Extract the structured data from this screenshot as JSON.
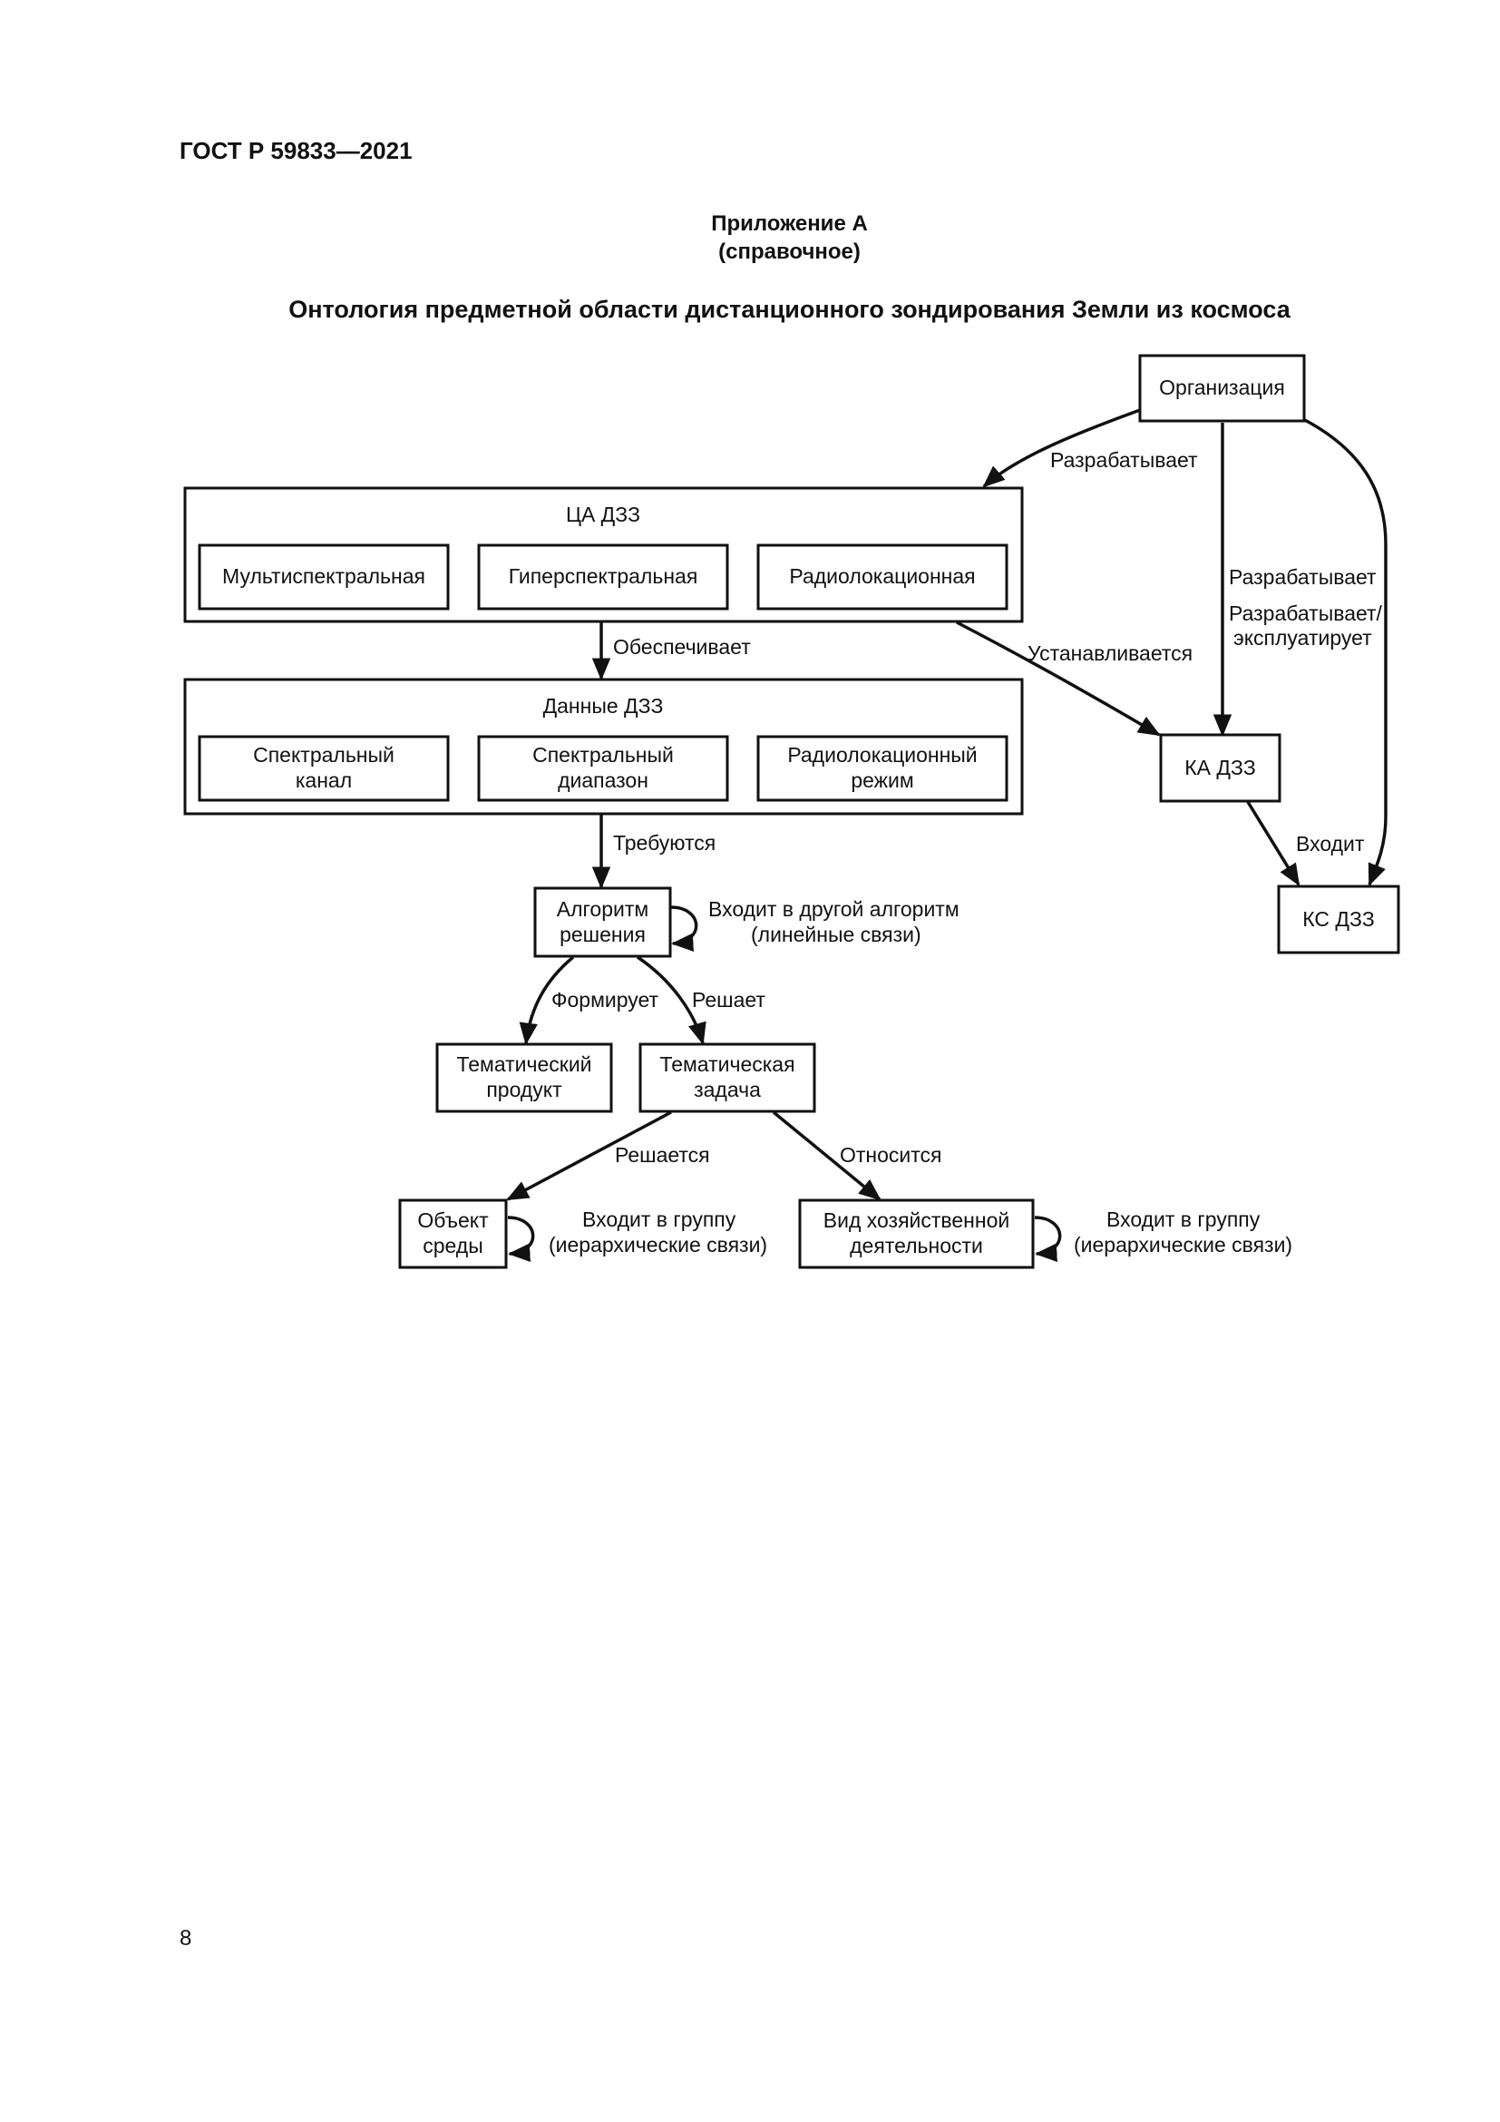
{
  "header": {
    "doc_code": "ГОСТ Р 59833—2021",
    "appendix_label": "Приложение А",
    "appendix_kind": "(справочное)",
    "figure_title": "Онтология предметной области дистанционного зондирования Земли из космоса"
  },
  "diagram": {
    "nodes": {
      "organization": "Организация",
      "ca_group_title": "ЦА ДЗЗ",
      "ca_multispectral": "Мультиспектральная",
      "ca_hyperspectral": "Гиперспектральная",
      "ca_radar": "Радиолокационная",
      "data_group_title": "Данные ДЗЗ",
      "data_channel": [
        "Спектральный",
        "канал"
      ],
      "data_range": [
        "Спектральный",
        "диапазон"
      ],
      "data_radar_mode": [
        "Радиолокационный",
        "режим"
      ],
      "ka": "КА ДЗЗ",
      "ks": "КС ДЗЗ",
      "algorithm": [
        "Алгоритм",
        "решения"
      ],
      "thematic_product": [
        "Тематический",
        "продукт"
      ],
      "thematic_task": [
        "Тематическая",
        "задача"
      ],
      "env_object": [
        "Объект",
        "среды"
      ],
      "economic_activity": [
        "Вид хозяйственной",
        "деятельности"
      ]
    },
    "edge_labels": {
      "org_to_ca": "Разрабатывает",
      "org_to_ka": "Разрабатывает",
      "org_to_ks": [
        "Разрабатывает/",
        "эксплуатирует"
      ],
      "ca_to_data": "Обеспечивает",
      "ca_to_ka": "Устанавливается",
      "ka_to_ks": "Входит",
      "data_to_algorithm": "Требуются",
      "algorithm_self": [
        "Входит в другой алгоритм",
        "(линейные связи)"
      ],
      "algorithm_to_product": "Формирует",
      "algorithm_to_task": "Решает",
      "task_to_object": "Решается",
      "task_to_activity": "Относится",
      "object_self": [
        "Входит в группу",
        "(иерархические связи)"
      ],
      "activity_self": [
        "Входит в группу",
        "(иерархические связи)"
      ]
    }
  },
  "footer": {
    "page_number": "8"
  }
}
